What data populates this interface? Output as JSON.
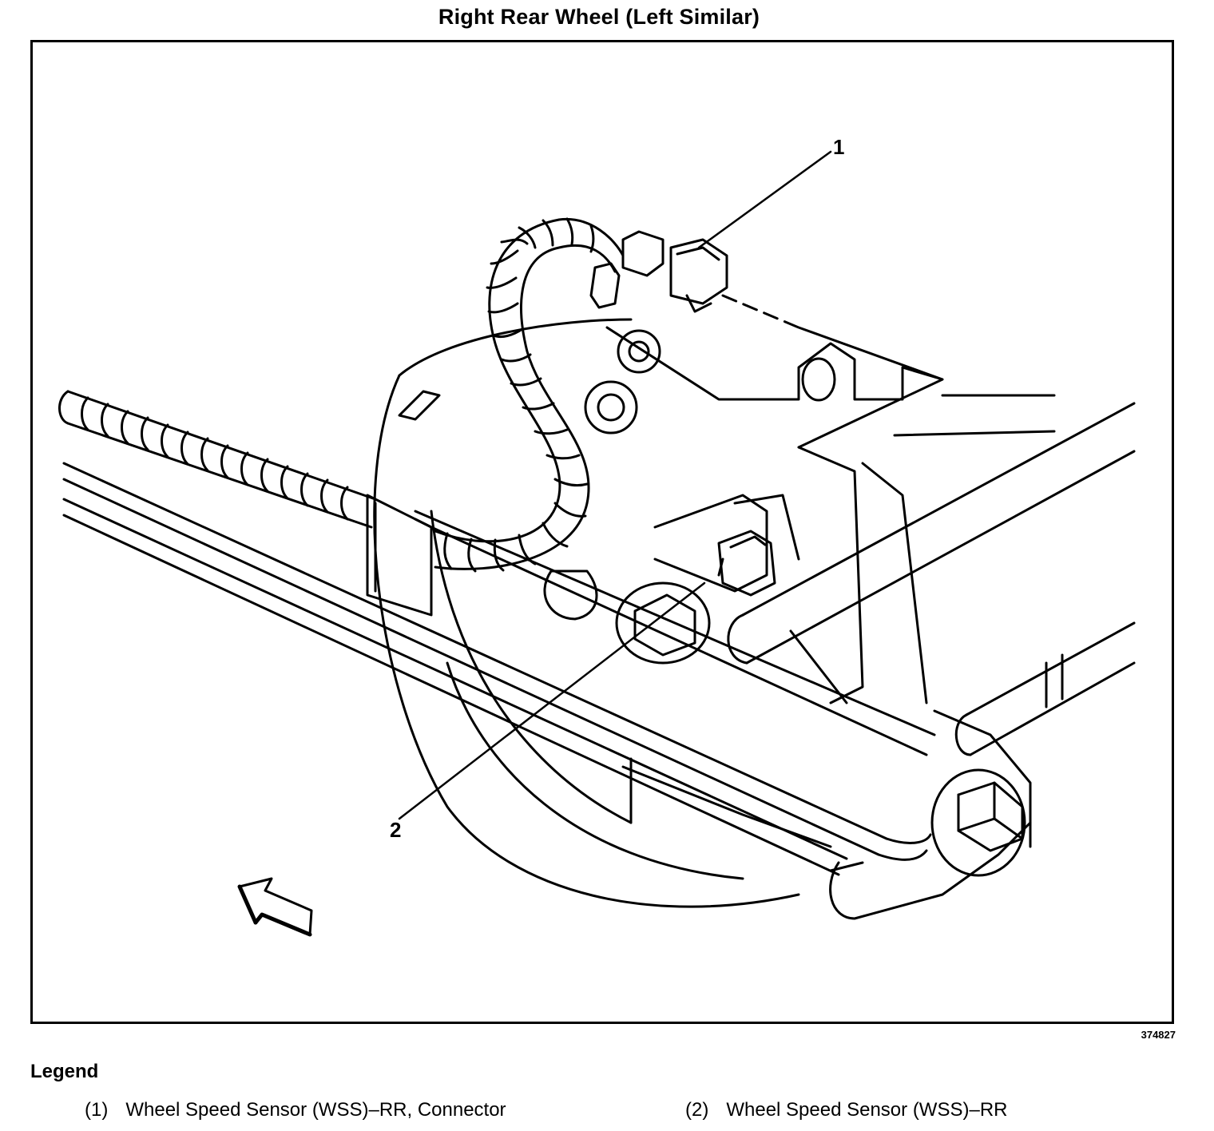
{
  "title": "Right Rear Wheel (Left Similar)",
  "figure_id": "374827",
  "callouts": {
    "c1": "1",
    "c2": "2"
  },
  "legend": {
    "heading": "Legend",
    "items": [
      {
        "num": "(1)",
        "text": "Wheel Speed Sensor (WSS)–RR, Connector"
      },
      {
        "num": "(2)",
        "text": "Wheel Speed Sensor (WSS)–RR"
      }
    ]
  }
}
